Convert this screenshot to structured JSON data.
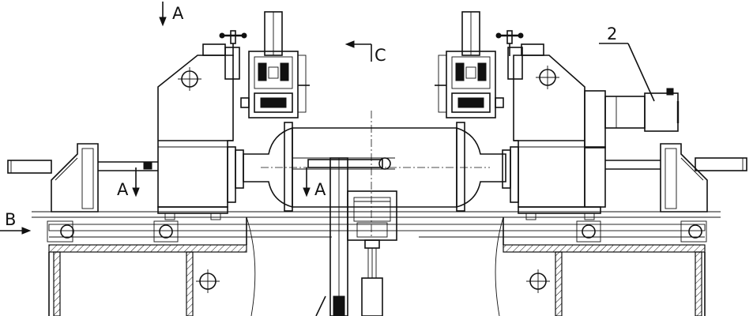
{
  "drawing": {
    "labels": {
      "view_a_top": "A",
      "view_a_left": "A",
      "view_a_center": "A",
      "view_b": "B",
      "view_c": "C",
      "part_2": "2"
    }
  }
}
